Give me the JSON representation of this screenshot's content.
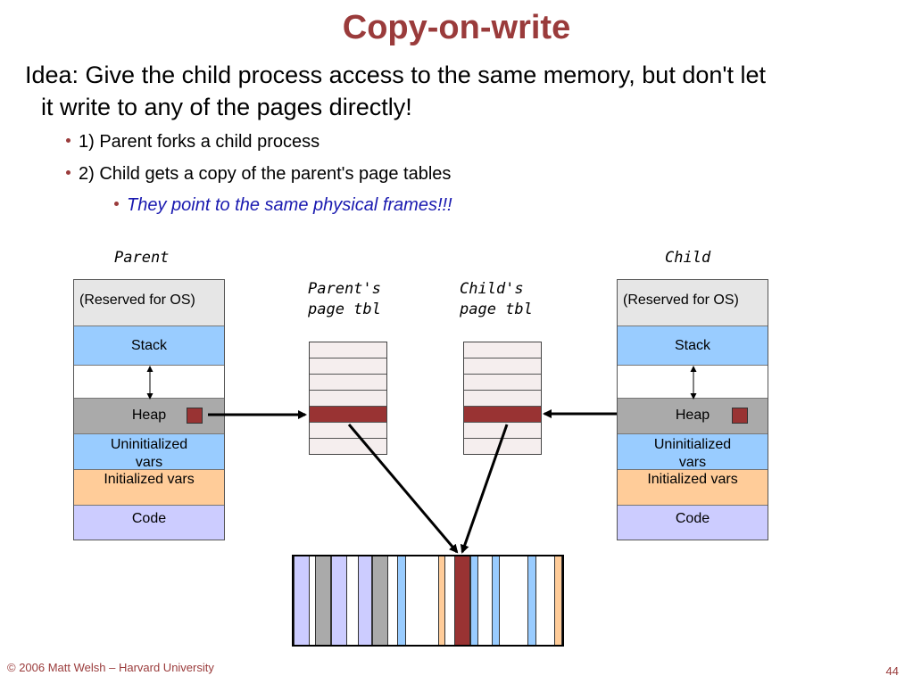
{
  "title": "Copy-on-write",
  "intro_line1": "Idea: Give the child process access to the same memory, but don't let",
  "intro_line2": "it write to any of the pages directly!",
  "bullets": [
    "1) Parent forks a child process",
    "2) Child gets a copy of the parent's page tables"
  ],
  "sub_bullet": "They point to the same physical frames!!!",
  "labels": {
    "parent": "Parent",
    "child": "Child",
    "parent_tbl_1": "Parent's",
    "parent_tbl_2": "page tbl",
    "child_tbl_1": "Child's",
    "child_tbl_2": "page tbl"
  },
  "segments": {
    "os": "(Reserved for OS)",
    "stack": "Stack",
    "heap": "Heap",
    "uninit_1": "Uninitialized",
    "uninit_2": "vars",
    "init": "Initialized vars",
    "code": "Code"
  },
  "colors": {
    "title": "#9a3b3b",
    "highlight": "#993333",
    "stack": "#99ccff",
    "heap": "#aaaaaa",
    "init": "#ffcc99",
    "code": "#ccccff",
    "os": "#e6e6e6"
  },
  "footer": "© 2006 Matt Welsh – Harvard University",
  "page_number": "44"
}
